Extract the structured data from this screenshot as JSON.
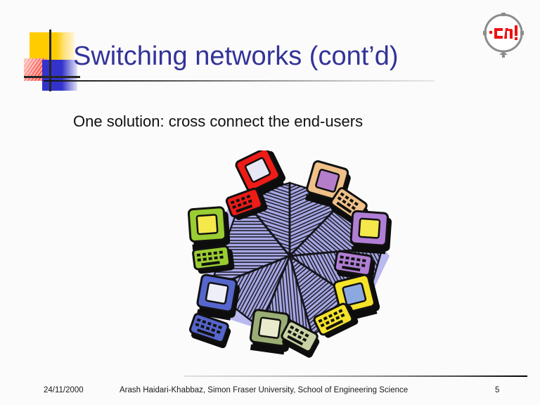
{
  "slide": {
    "title": "Switching networks (cont’d)",
    "title_color": "#333399",
    "body_text": "One solution: cross connect the end-users",
    "background_color": "#fbfbfb"
  },
  "logo": {
    "name": "cnl-logo",
    "text": "cnl",
    "text_color": "#ee1111",
    "ring_color": "#8c8c8c"
  },
  "decoration": {
    "yellow": "#ffcc00",
    "red": "#fa1405",
    "blue": "#3333cc",
    "crosshair": "#262626"
  },
  "figure": {
    "caption": "cross-connected end-users network clipart",
    "web_fill": "#a8a8e8",
    "web_line": "#1a1a1a",
    "shadow": "#0d0d0d",
    "computers": [
      {
        "label": "computer-top-left",
        "case": "#ee1b17",
        "screen": "#e8e8f4"
      },
      {
        "label": "computer-top-right",
        "case": "#f0c089",
        "screen": "#b57ecb"
      },
      {
        "label": "computer-left",
        "case": "#9acd32",
        "screen": "#f5e84a"
      },
      {
        "label": "computer-right",
        "case": "#b07ed4",
        "screen": "#f5e84a"
      },
      {
        "label": "computer-bottom-left",
        "case": "#5566cc",
        "screen": "#eeeef8"
      },
      {
        "label": "computer-bottom-right",
        "case": "#f5e32a",
        "screen": "#8ca8e0"
      },
      {
        "label": "computer-bottom-center",
        "case": "#9aad74",
        "screen": "#e8eccd"
      },
      {
        "label": "computer-bottom-center-2",
        "case": "#9aad74",
        "screen": "#e8eccd"
      }
    ]
  },
  "footer": {
    "date": "24/11/2000",
    "attribution": "Arash Haidari-Khabbaz, Simon Fraser University, School of Engineering Science",
    "page_number": "5"
  }
}
